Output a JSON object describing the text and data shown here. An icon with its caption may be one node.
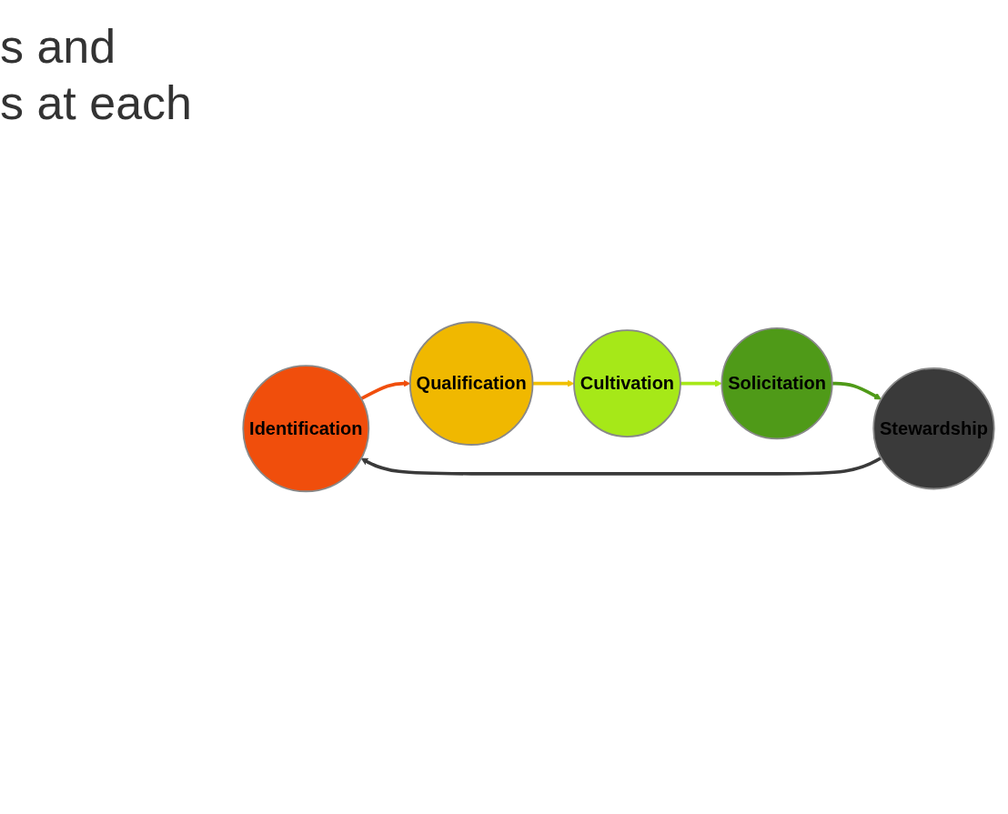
{
  "diagram": {
    "nodes": [
      {
        "text": [
          "Identification"
        ]
      },
      {
        "text": [
          "Qualification"
        ]
      },
      {
        "text": [
          "Cultivation"
        ]
      },
      {
        "text": [
          "Solicitation"
        ]
      },
      {
        "text": [
          "Stewardship"
        ]
      }
    ],
    "edges": [
      {
        "from": 0,
        "to": 1,
        "arrow": "to",
        "color": "#f04e0c"
      },
      {
        "from": 1,
        "to": 2,
        "arrow": "to",
        "color": "#f0c000"
      },
      {
        "from": 2,
        "to": 3,
        "arrow": "to",
        "color": "#a6e818"
      },
      {
        "from": 3,
        "to": 4,
        "arrow": "to",
        "color": "#4f9a18"
      },
      {
        "from": 4,
        "to": 0,
        "arrow": "to",
        "color": "#3a3a3a"
      }
    ],
    "labels": [
      "s and",
      "s at each"
    ]
  }
}
